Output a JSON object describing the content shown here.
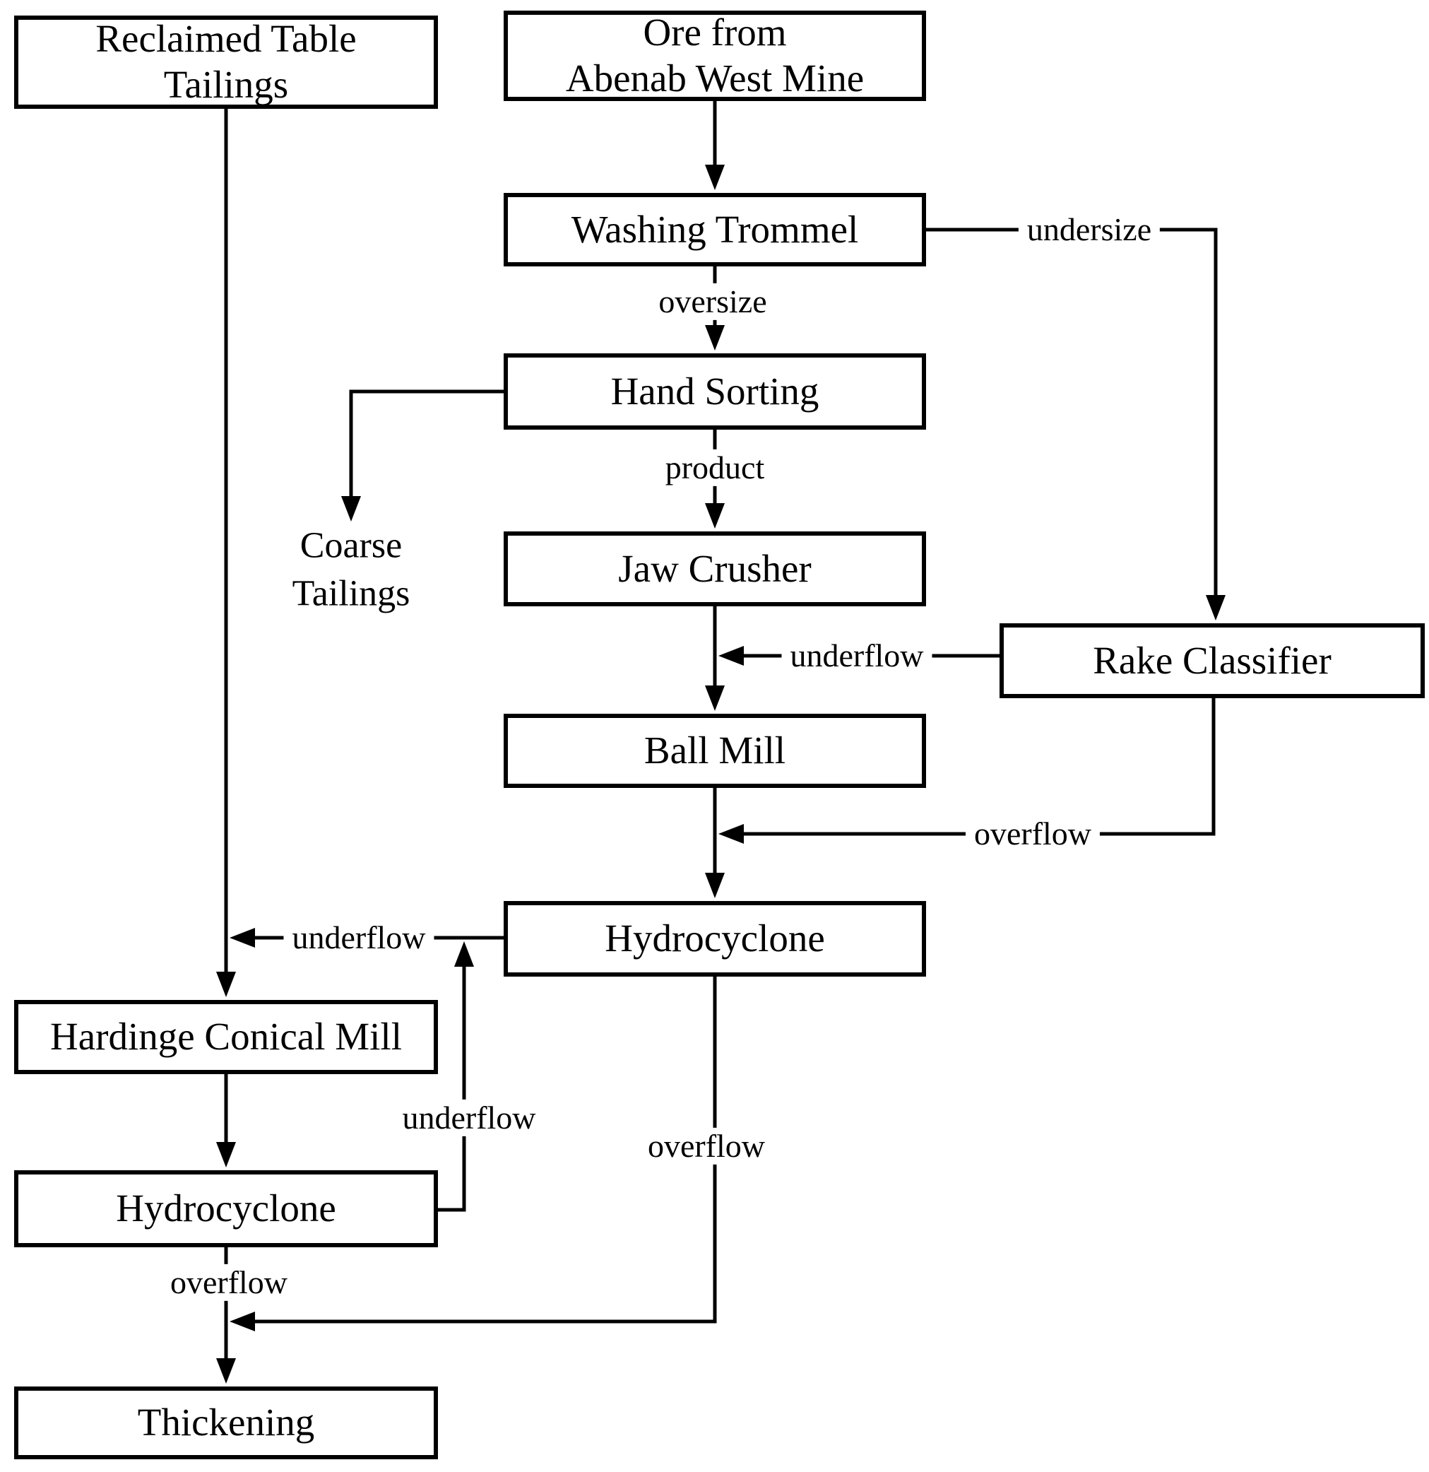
{
  "diagram": {
    "nodes": {
      "reclaimed_table_tailings": {
        "line1": "Reclaimed Table",
        "line2": "Tailings"
      },
      "ore_from_abenab_west_mine": {
        "line1": "Ore from",
        "line2": "Abenab West Mine"
      },
      "washing_trommel": {
        "label": "Washing Trommel"
      },
      "hand_sorting": {
        "label": "Hand Sorting"
      },
      "jaw_crusher": {
        "label": "Jaw Crusher"
      },
      "rake_classifier": {
        "label": "Rake Classifier"
      },
      "ball_mill": {
        "label": "Ball Mill"
      },
      "hydrocyclone_center": {
        "label": "Hydrocyclone"
      },
      "hardinge_conical_mill": {
        "label": "Hardinge Conical Mill"
      },
      "hydrocyclone_left": {
        "label": "Hydrocyclone"
      },
      "thickening": {
        "label": "Thickening"
      }
    },
    "annotations": {
      "coarse_tailings": {
        "line1": "Coarse",
        "line2": "Tailings"
      }
    },
    "edge_labels": {
      "undersize": "undersize",
      "oversize": "oversize",
      "product": "product",
      "rake_underflow": "underflow",
      "rake_overflow": "overflow",
      "hydrocyclone_center_underflow": "underflow",
      "hydrocyclone_left_underflow": "underflow",
      "hydrocyclone_center_overflow": "overflow",
      "hydrocyclone_left_overflow": "overflow"
    },
    "colors": {
      "background": "#ffffff",
      "line": "#000000",
      "text": "#000000"
    }
  }
}
